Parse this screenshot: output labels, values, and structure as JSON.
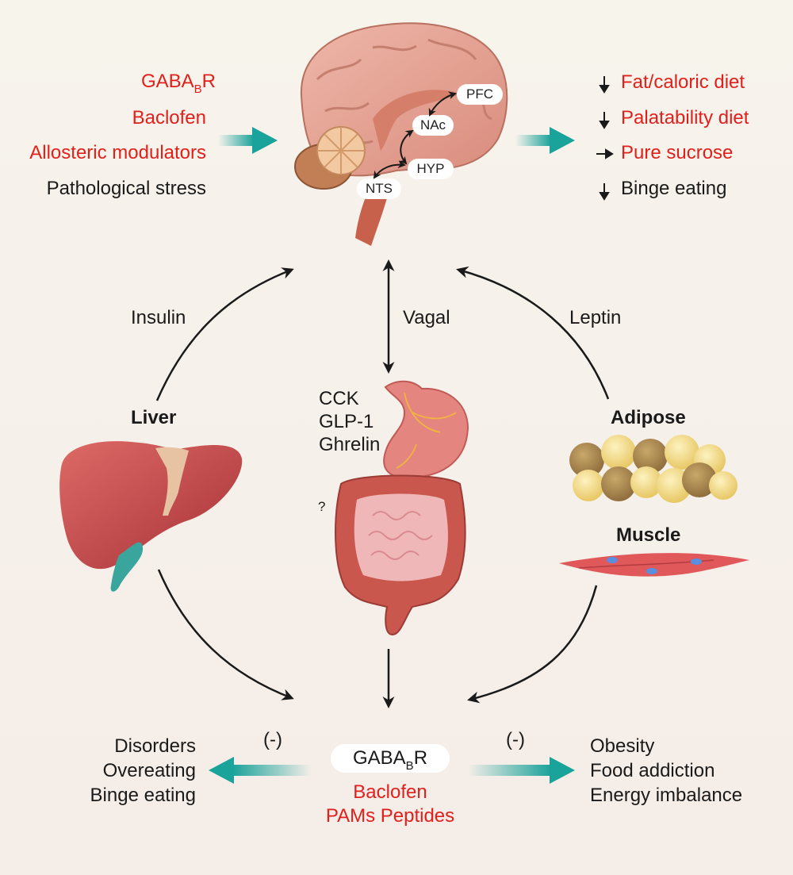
{
  "brain": {
    "regions": {
      "pfc": "PFC",
      "nac": "NAc",
      "hyp": "HYP",
      "nts": "NTS"
    },
    "inputs": [
      {
        "main": "GABA",
        "sub": "B",
        "tail": "R",
        "color": "red"
      },
      {
        "text": "Baclofen",
        "color": "red"
      },
      {
        "text": "Allosteric modulators",
        "color": "red"
      },
      {
        "text": "Pathological stress",
        "color": "black"
      }
    ],
    "effects": [
      {
        "arrow": "down",
        "text": "Fat/caloric diet",
        "color": "red"
      },
      {
        "arrow": "down",
        "text": "Palatability diet",
        "color": "red"
      },
      {
        "arrow": "right",
        "text": "Pure sucrose",
        "color": "red"
      },
      {
        "arrow": "down",
        "text": "Binge eating",
        "color": "black"
      }
    ]
  },
  "pathways": {
    "insulin": "Insulin",
    "vagal": "Vagal",
    "leptin": "Leptin"
  },
  "organs": {
    "liver": "Liver",
    "adipose": "Adipose",
    "muscle": "Muscle",
    "gut_signals": [
      "CCK",
      "GLP-1",
      "Ghrelin"
    ],
    "gut_question": "?"
  },
  "center": {
    "receptor": {
      "main": "GABA",
      "sub": "B",
      "tail": "R"
    },
    "drugs": [
      "Baclofen",
      "PAMs Peptides"
    ],
    "neg_left": "(-)",
    "neg_right": "(-)"
  },
  "outcomes": {
    "left": [
      "Disorders",
      "Overeating",
      "Binge eating"
    ],
    "right": [
      "Obesity",
      "Food addiction",
      "Energy imbalance"
    ]
  },
  "colors": {
    "red_text": "#e1201c",
    "teal_arrow": "#1aa39a",
    "black_arrow": "#1a1a1a",
    "liver": "#c9494f",
    "adipose": "#f2d77a",
    "muscle": "#e0585a",
    "stomach": "#e57a77",
    "brain": "#e9a89a"
  }
}
